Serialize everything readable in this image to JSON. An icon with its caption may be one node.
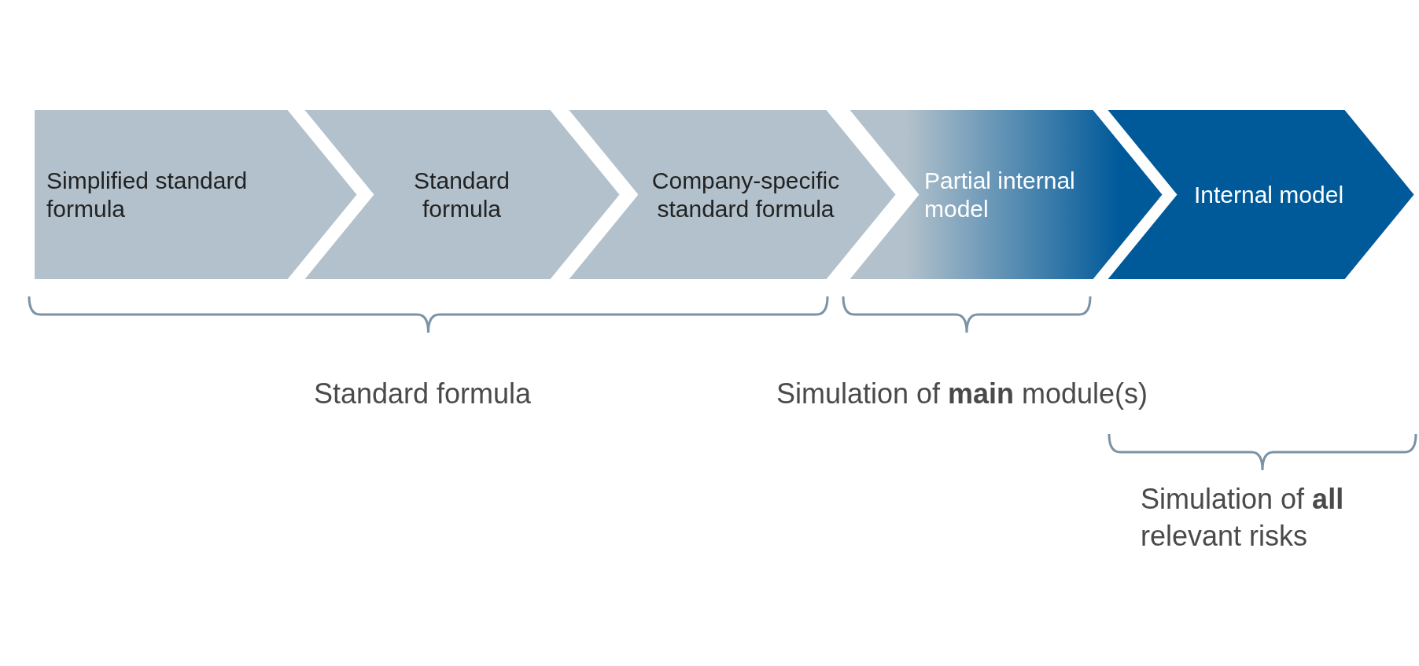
{
  "diagram": {
    "nodes": [
      {
        "text": [
          "Simplified standard formula"
        ]
      },
      {
        "text": [
          "Standard formula"
        ]
      },
      {
        "text": [
          "Company-specific standard formula"
        ]
      },
      {
        "text": [
          "Partial internal model"
        ]
      },
      {
        "text": [
          "Internal model"
        ]
      }
    ],
    "labels": [
      "Standard formula",
      "Simulation of **main** module(s)",
      "Simulation of **all** relevant risks"
    ]
  }
}
